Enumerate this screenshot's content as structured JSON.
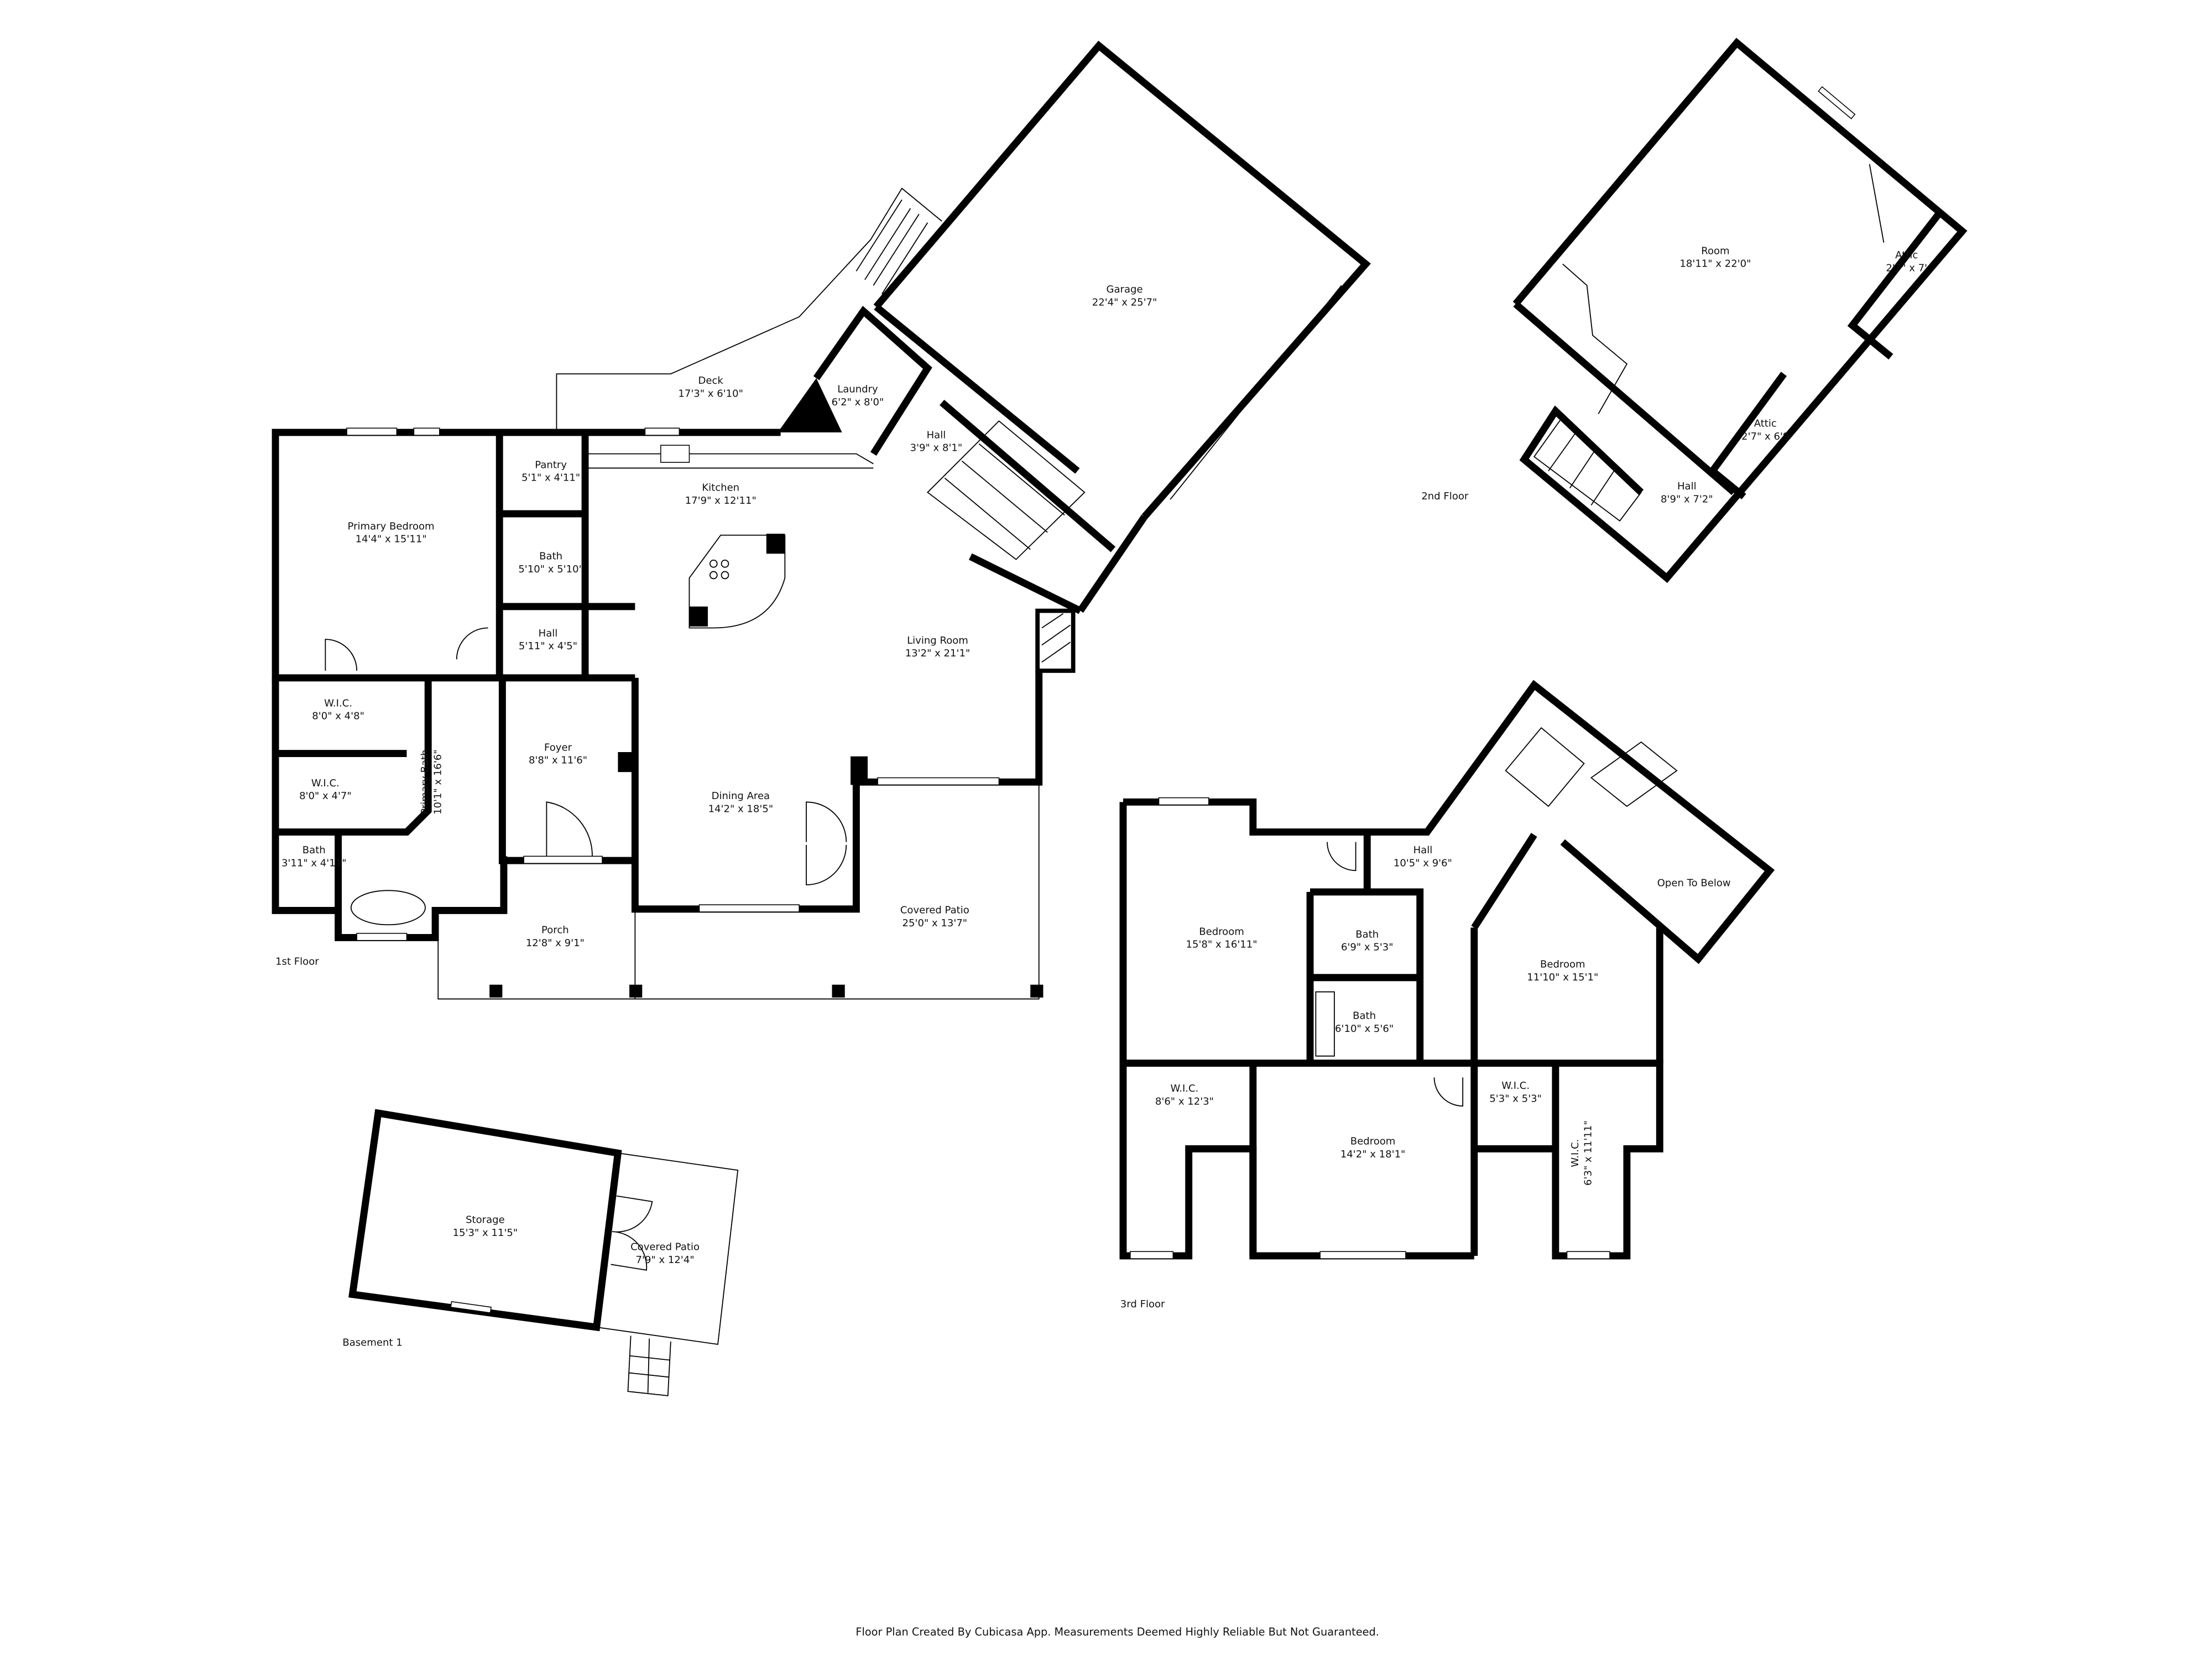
{
  "floors": {
    "first": {
      "label": "1st Floor",
      "rooms": [
        {
          "name": "Deck",
          "size": "17'3\" x 6'10\""
        },
        {
          "name": "Laundry",
          "size": "6'2\" x 8'0\""
        },
        {
          "name": "Hall",
          "size": "3'9\" x 8'1\""
        },
        {
          "name": "Garage",
          "size": "22'4\" x 25'7\""
        },
        {
          "name": "Pantry",
          "size": "5'1\" x 4'11\""
        },
        {
          "name": "Kitchen",
          "size": "17'9\" x 12'11\""
        },
        {
          "name": "Primary Bedroom",
          "size": "14'4\" x 15'11\""
        },
        {
          "name": "Bath",
          "size": "5'10\" x 5'10\""
        },
        {
          "name": "Hall",
          "size": "5'11\" x 4'5\""
        },
        {
          "name": "Living Room",
          "size": "13'2\" x 21'1\""
        },
        {
          "name": "W.I.C.",
          "size": "8'0\" x 4'8\""
        },
        {
          "name": "Foyer",
          "size": "8'8\" x 11'6\""
        },
        {
          "name": "Dining Area",
          "size": "14'2\" x 18'5\""
        },
        {
          "name": "W.I.C.",
          "size": "8'0\" x 4'7\""
        },
        {
          "name": "Primary Bath",
          "size": "10'1\" x 16'6\""
        },
        {
          "name": "Bath",
          "size": "3'11\" x 4'11\""
        },
        {
          "name": "Covered Patio",
          "size": "25'0\" x 13'7\""
        },
        {
          "name": "Porch",
          "size": "12'8\" x 9'1\""
        }
      ]
    },
    "second": {
      "label": "2nd Floor",
      "rooms": [
        {
          "name": "Room",
          "size": "18'11\" x 22'0\""
        },
        {
          "name": "Attic",
          "size": "2'7\" x 7'"
        },
        {
          "name": "Attic",
          "size": "2'7\" x 6'9"
        },
        {
          "name": "Hall",
          "size": "8'9\" x 7'2\""
        }
      ]
    },
    "third": {
      "label": "3rd Floor",
      "rooms": [
        {
          "name": "Hall",
          "size": "10'5\" x 9'6\""
        },
        {
          "name": "Open To Below",
          "size": ""
        },
        {
          "name": "Bedroom",
          "size": "15'8\" x 16'11\""
        },
        {
          "name": "Bath",
          "size": "6'9\" x 5'3\""
        },
        {
          "name": "Bedroom",
          "size": "11'10\" x 15'1\""
        },
        {
          "name": "Bath",
          "size": "6'10\" x 5'6\""
        },
        {
          "name": "W.I.C.",
          "size": "8'6\" x 12'3\""
        },
        {
          "name": "W.I.C.",
          "size": "5'3\" x 5'3\""
        },
        {
          "name": "Bedroom",
          "size": "14'2\" x 18'1\""
        },
        {
          "name": "W.I.C.",
          "size": "6'3\" x 11'11\""
        }
      ]
    },
    "basement": {
      "label": "Basement 1",
      "rooms": [
        {
          "name": "Storage",
          "size": "15'3\" x 11'5\""
        },
        {
          "name": "Covered Patio",
          "size": "7'9\" x 12'4\""
        }
      ]
    }
  },
  "footer": "Floor Plan Created By Cubicasa App. Measurements Deemed Highly Reliable But Not Guaranteed."
}
